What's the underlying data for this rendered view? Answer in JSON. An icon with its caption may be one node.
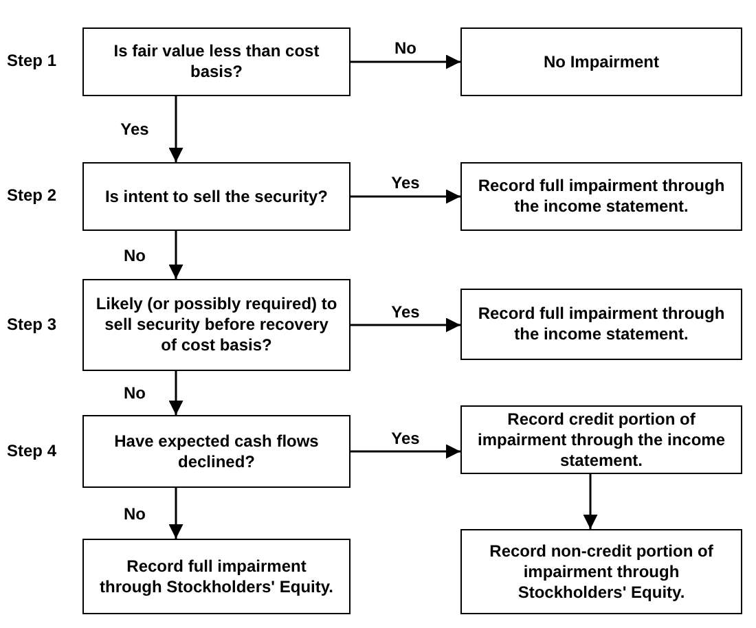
{
  "diagram": {
    "nodes": [
      {
        "text": [
          "Is fair value less than cost basis?"
        ],
        "beside": [
          "Step 1"
        ]
      },
      {
        "text": [
          "No Impairment"
        ]
      },
      {
        "text": [
          "Is intent to sell the security?"
        ],
        "beside": [
          "Step 2"
        ]
      },
      {
        "text": [
          "Record full impairment through the income statement."
        ]
      },
      {
        "text": [
          "Likely (or possibly required) to sell security before recovery of cost basis?"
        ],
        "beside": [
          "Step 3"
        ]
      },
      {
        "text": [
          "Record full impairment through the income statement."
        ]
      },
      {
        "text": [
          "Have expected cash flows declined?"
        ],
        "beside": [
          "Step 4"
        ]
      },
      {
        "text": [
          "Record credit portion of impairment through the income statement."
        ]
      },
      {
        "text": [
          "Record full impairment through Stockholders' Equity."
        ]
      },
      {
        "text": [
          "Record non-credit portion of impairment through Stockholders' Equity."
        ]
      }
    ],
    "edges": [
      {
        "from": 0,
        "to": 1,
        "arrow": "to",
        "label": "No"
      },
      {
        "from": 0,
        "to": 2,
        "arrow": "to",
        "label": "Yes"
      },
      {
        "from": 2,
        "to": 3,
        "arrow": "to",
        "label": "Yes"
      },
      {
        "from": 2,
        "to": 4,
        "arrow": "to",
        "label": "No"
      },
      {
        "from": 4,
        "to": 5,
        "arrow": "to",
        "label": "Yes"
      },
      {
        "from": 4,
        "to": 6,
        "arrow": "to",
        "label": "No"
      },
      {
        "from": 6,
        "to": 7,
        "arrow": "to",
        "label": "Yes"
      },
      {
        "from": 6,
        "to": 8,
        "arrow": "to",
        "label": "No"
      },
      {
        "from": 7,
        "to": 9,
        "arrow": "to"
      }
    ]
  }
}
